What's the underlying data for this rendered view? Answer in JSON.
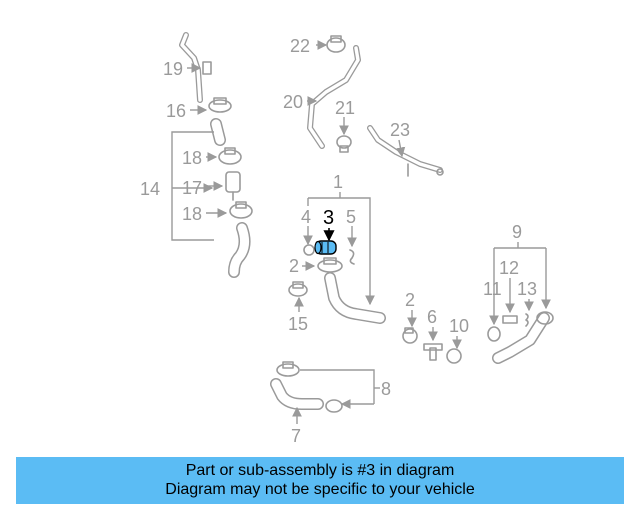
{
  "diagram": {
    "highlight_color": "#5bbcf4",
    "part_color": "#9a9a9a",
    "labels": {
      "l1": "1",
      "l2a": "2",
      "l2b": "2",
      "l3": "3",
      "l4": "4",
      "l5": "5",
      "l7": "7",
      "l8": "8",
      "l9": "9",
      "l10": "10",
      "l11": "11",
      "l12": "12",
      "l13": "13",
      "l14": "14",
      "l15": "15",
      "l16": "16",
      "l17": "17",
      "l18a": "18",
      "l18b": "18",
      "l19": "19",
      "l20": "20",
      "l21": "21",
      "l22": "22",
      "l23": "23",
      "l6": "6"
    }
  },
  "caption": {
    "line1": "Part or sub-assembly is #3 in diagram",
    "line2": "Diagram may not be specific to your vehicle"
  }
}
